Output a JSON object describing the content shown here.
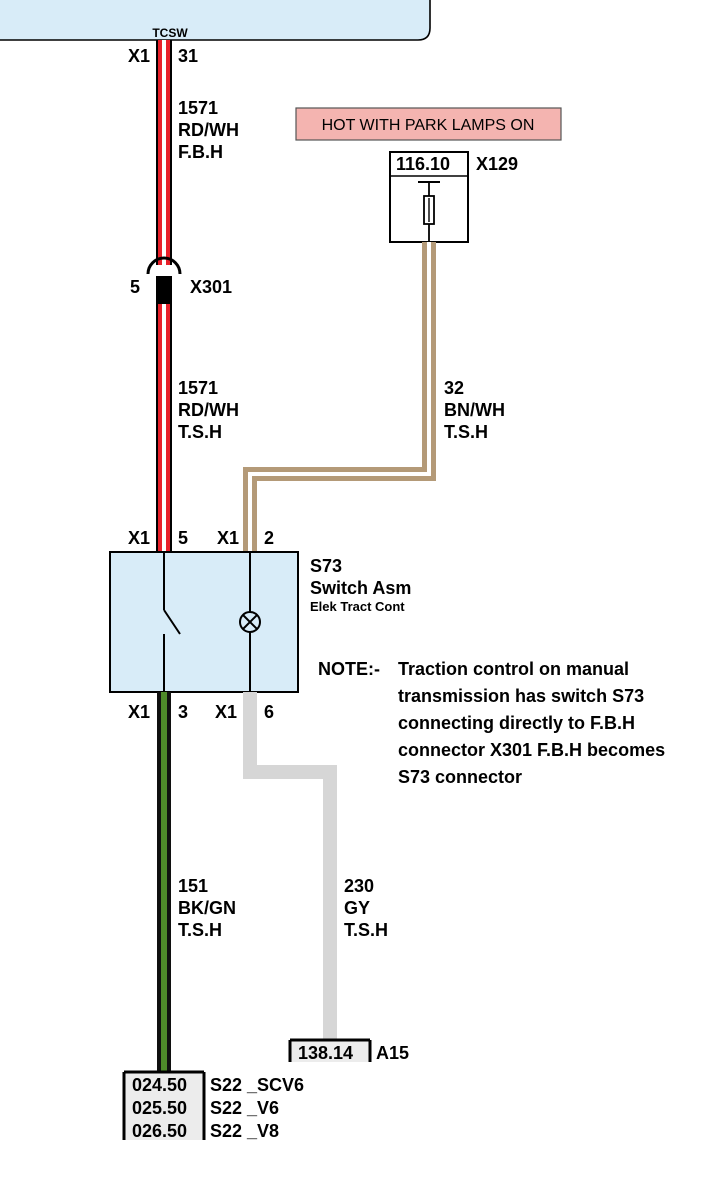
{
  "module_top": {
    "label": "TCSW",
    "fill": "#d8ecf8"
  },
  "top_pins": {
    "connector": "X1",
    "pin": "31"
  },
  "wire_1571_upper": {
    "circuit": "1571",
    "color": "RD/WH",
    "harness": "F.B.H"
  },
  "connector_x301": {
    "pin": "5",
    "id": "X301"
  },
  "wire_1571_lower": {
    "circuit": "1571",
    "color": "RD/WH",
    "harness": "T.S.H"
  },
  "power_label": {
    "text": "HOT WITH PARK LAMPS ON",
    "fill": "#f4b4b0"
  },
  "fuse": {
    "id": "116.10",
    "connector": "X129"
  },
  "wire_32": {
    "circuit": "32",
    "color": "BN/WH",
    "harness": "T.S.H"
  },
  "switch": {
    "id": "S73",
    "name": "Switch Asm",
    "subtitle": "Elek Tract Cont",
    "fill": "#d8ecf8",
    "pins_top_left": {
      "connector": "X1",
      "pin": "5"
    },
    "pins_top_right": {
      "connector": "X1",
      "pin": "2"
    },
    "pins_bottom_left": {
      "connector": "X1",
      "pin": "3"
    },
    "pins_bottom_right": {
      "connector": "X1",
      "pin": "6"
    }
  },
  "note": {
    "prefix": "NOTE:-",
    "lines": [
      "Traction control on manual",
      "transmission has switch S73",
      "connecting directly to F.B.H",
      "connector X301 F.B.H becomes",
      "S73 connector"
    ]
  },
  "wire_151": {
    "circuit": "151",
    "color": "BK/GN",
    "harness": "T.S.H"
  },
  "wire_230": {
    "circuit": "230",
    "color": "GY",
    "harness": "T.S.H"
  },
  "ground_ref": {
    "id": "138.14",
    "connector": "A15"
  },
  "references": [
    {
      "id": "024.50",
      "label": "S22 _SCV6"
    },
    {
      "id": "025.50",
      "label": "S22 _V6"
    },
    {
      "id": "026.50",
      "label": "S22 _V8"
    }
  ],
  "wire_colors": {
    "red": "#e8202a",
    "white": "#ffffff",
    "brown": "#b49a78",
    "green": "#4e8a2a",
    "black": "#101010",
    "grey": "#d6d6d6"
  }
}
